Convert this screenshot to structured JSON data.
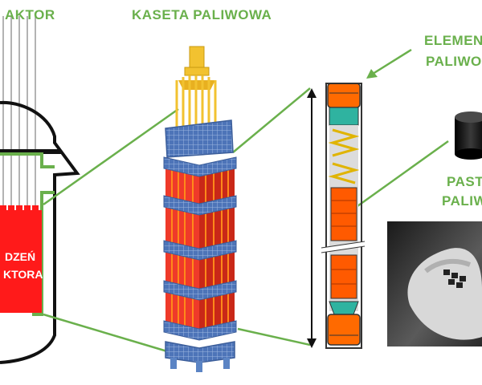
{
  "labels": {
    "reactor": "AKTOR",
    "fuel_assembly": "KASETA PALIWOWA",
    "fuel_element_line1": "ELEMEN",
    "fuel_element_line2": "PALIWO",
    "pellet_line1": "PASTY",
    "pellet_line2": "PALIW",
    "core_line1": "DZEŃ",
    "core_line2": "KTORA"
  },
  "colors": {
    "label_green": "#6ab04c",
    "core_red": "#ff1a1a",
    "assembly_steel": "#5b84c4",
    "rod_orange": "#ff6a00",
    "rod_yellow": "#f2c230",
    "spring_teal": "#2fb3a0"
  },
  "icons": {
    "reactor": "reactor-vessel-icon",
    "assembly": "fuel-assembly-icon",
    "element": "fuel-rod-icon",
    "pellet": "fuel-pellet-icon",
    "photo": "hand-holding-pellets-photo"
  }
}
